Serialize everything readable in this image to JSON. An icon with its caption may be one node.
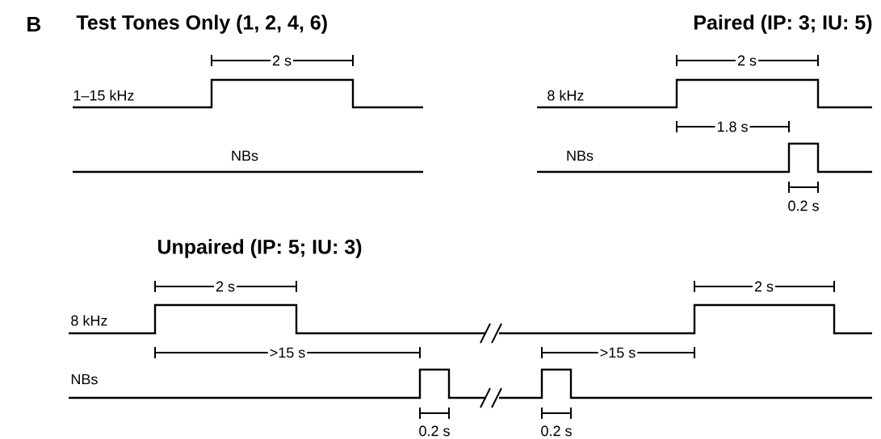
{
  "diagram": {
    "labels": [
      "B",
      "Test Tones Only (1, 2, 4, 6)",
      "Paired (IP: 3; IU: 5)",
      "2 s",
      "2 s",
      "1–15 kHz",
      "8 kHz",
      "1.8 s",
      "NBs",
      "NBs",
      "0.2 s",
      "Unpaired (IP: 5; IU: 3)",
      "2 s",
      "2 s",
      "8 kHz",
      ">15 s",
      ">15 s",
      "NBs",
      "0.2 s",
      "0.2 s"
    ]
  }
}
